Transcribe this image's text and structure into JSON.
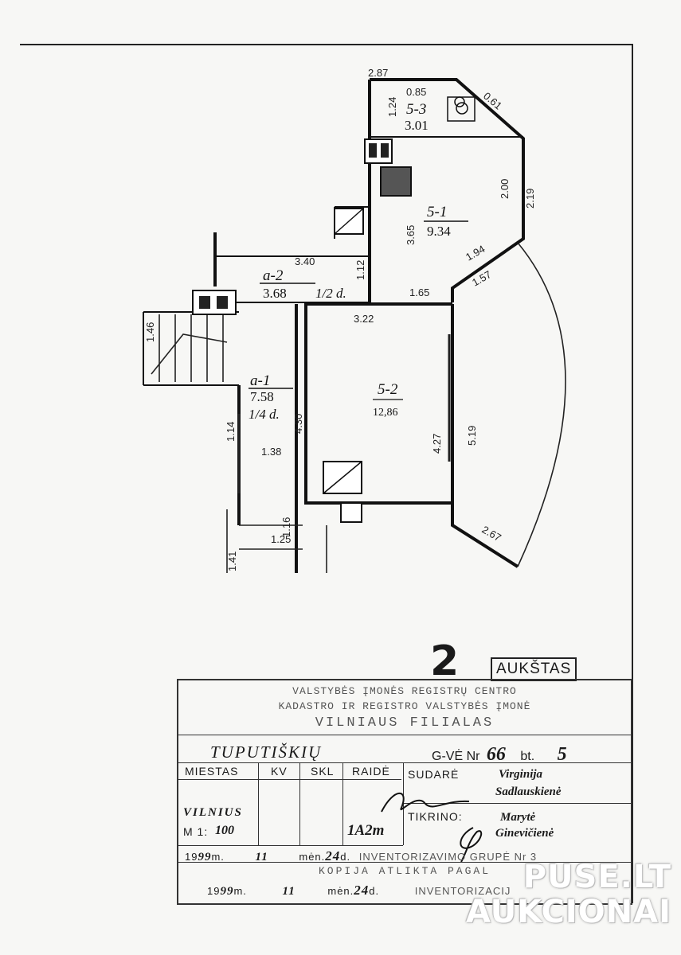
{
  "plan": {
    "dimensions": [
      "2.87",
      "1.24",
      "0.85",
      "0.61",
      "2.00",
      "2.19",
      "3.65",
      "1.94",
      "1.57",
      "3.40",
      "1.12",
      "1.65",
      "3.22",
      "1.46",
      "4.30",
      "1.38",
      "1.14",
      "1.16",
      "1.25",
      "4.27",
      "5.19",
      "2.67",
      "1.41"
    ],
    "rooms": [
      {
        "id": "5-3",
        "area": "3.01",
        "share": ""
      },
      {
        "id": "5-1",
        "area": "9.34",
        "share": ""
      },
      {
        "id": "a-2",
        "area": "3.68",
        "share": "1/2 d."
      },
      {
        "id": "a-1",
        "area": "7.58",
        "share": "1/4 d."
      },
      {
        "id": "5-2",
        "area": "12,86",
        "share": ""
      }
    ]
  },
  "floor": {
    "number": "2",
    "label": "AUKŠTAS"
  },
  "stamp": {
    "header": [
      "VALSTYBĖS ĮMONĖS REGISTRŲ CENTRO",
      "KADASTRO IR REGISTRO VALSTYBĖS ĮMONĖ",
      "VILNIAUS FILIALAS"
    ],
    "street": "TUPUTIŠKIŲ",
    "house_label": "G-VĖ Nr",
    "house_number": "66",
    "flat_label": "bt.",
    "flat_number": "5",
    "headers": {
      "city": "MIESTAS",
      "kv": "KV",
      "skl": "SKL",
      "letter": "RAIDĖ"
    },
    "city": "VILNIUS",
    "scale_label": "M 1:",
    "scale_value": "100",
    "letter_value": "1A2m",
    "drawn_label": "SUDARĖ",
    "drawn_by": [
      "Virginija",
      "Sadlauskienė"
    ],
    "checked_label": "TIKRINO:",
    "checked_by": [
      "Marytė",
      "Ginevičienė"
    ],
    "date_line1": {
      "year": "99",
      "month": "11",
      "day": "24",
      "text": "INVENTORIZAVIMO GRUPĖ Nr 3"
    },
    "copy_line": "KOPIJA ATLIKTA PAGAL",
    "date_line2": {
      "year": "99",
      "month": "11",
      "day": "24",
      "text": "INVENTORIZACIJ"
    },
    "year_prefix": "19",
    "m": "m.",
    "men": "mėn.",
    "d": "d."
  },
  "watermark": [
    "PUSE.LT",
    "AUKCIONAI"
  ]
}
